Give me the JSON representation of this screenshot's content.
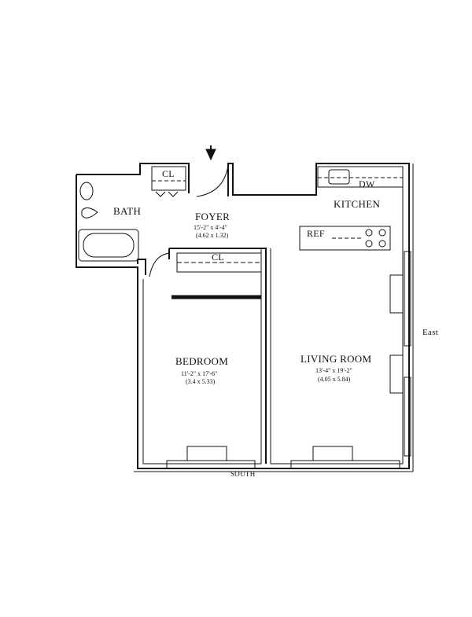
{
  "rooms": {
    "foyer": {
      "name": "FOYER",
      "dim_imperial": "15'-2\" x 4'-4\"",
      "dim_metric": "(4.62 x 1.32)"
    },
    "bedroom": {
      "name": "BEDROOM",
      "dim_imperial": "11'-2\" x 17'-6\"",
      "dim_metric": "(3.4 x 5.33)"
    },
    "living_room": {
      "name": "LIVING ROOM",
      "dim_imperial": "13'-4\" x 19'-2\"",
      "dim_metric": "(4.05 x 5.84)"
    },
    "kitchen": {
      "name": "KITCHEN"
    },
    "bath": {
      "name": "BATH"
    }
  },
  "fixtures": {
    "closet_foyer": "CL",
    "closet_bedroom": "CL",
    "dishwasher": "DW",
    "refrigerator": "REF"
  },
  "orientation": {
    "east": "East",
    "south": "SOUTH"
  }
}
